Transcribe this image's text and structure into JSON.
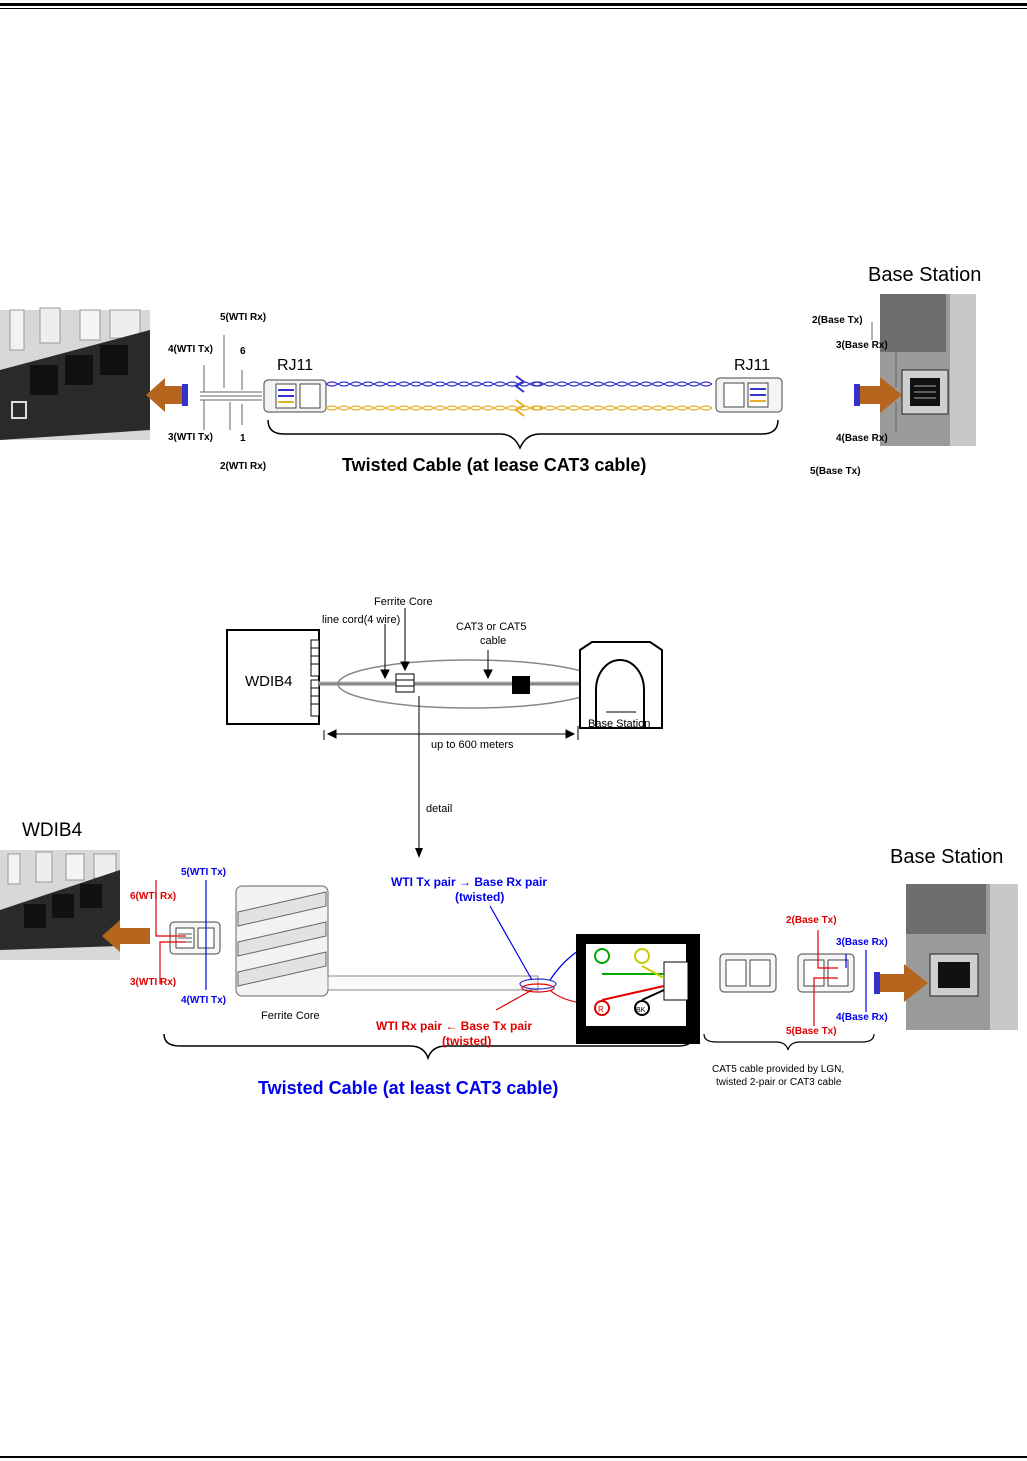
{
  "diagram1": {
    "base_station_title": "Base Station",
    "rj11_left": "RJ11",
    "rj11_right": "RJ11",
    "pin_labels_left": {
      "p5": "5(WTI Rx)",
      "p4": "4(WTI Tx)",
      "p6": "6",
      "p3": "3(WTI Tx)",
      "p1": "1",
      "p2": "2(WTI Rx)"
    },
    "pin_labels_right": {
      "p2": "2(Base Tx)",
      "p3": "3(Base Rx)",
      "p4": "4(Base Rx)",
      "p5": "5(Base Tx)"
    },
    "cable_caption": "Twisted Cable (at lease CAT3 cable)"
  },
  "diagram2": {
    "ferrite_core": "Ferrite Core",
    "line_cord": "line cord(4 wire)",
    "cat_cable_line1": "CAT3 or CAT5",
    "cat_cable_line2": "cable",
    "wdib4": "WDIB4",
    "base_station": "Base Station",
    "distance": "up to 600 meters",
    "detail": "detail"
  },
  "diagram3": {
    "wdib4_title": "WDIB4",
    "base_station_title": "Base Station",
    "pin_left": {
      "p5": "5(WTI Tx)",
      "p6": "6(WTI Rx)",
      "p3": "3(WTI Rx)",
      "p4": "4(WTI Tx)"
    },
    "tx_pair_line1": "WTI Tx pair → Base Rx pair",
    "tx_pair_line2": "(twisted)",
    "rx_pair_line1": "WTI Rx pair ← Base Tx pair",
    "rx_pair_line2": "(twisted)",
    "ferrite_core": "Ferrite Core",
    "pin_right": {
      "p2": "2(Base Tx)",
      "p3": "3(Base Rx)",
      "p4": "4(Base Rx)",
      "p5": "5(Base Tx)"
    },
    "terminal_labels": {
      "r": "R",
      "bk": "BK"
    },
    "cable_caption": "Twisted Cable (at least CAT3 cable)",
    "cat5_line1": "CAT5 cable provided by LGN,",
    "cat5_line2": "twisted 2-pair or CAT3 cable"
  },
  "colors": {
    "blue_wire": "#3333cc",
    "yellow_wire": "#e8b02a",
    "arrow": "#b5651d",
    "label_blue": "#0000ee",
    "label_red": "#e00000"
  }
}
